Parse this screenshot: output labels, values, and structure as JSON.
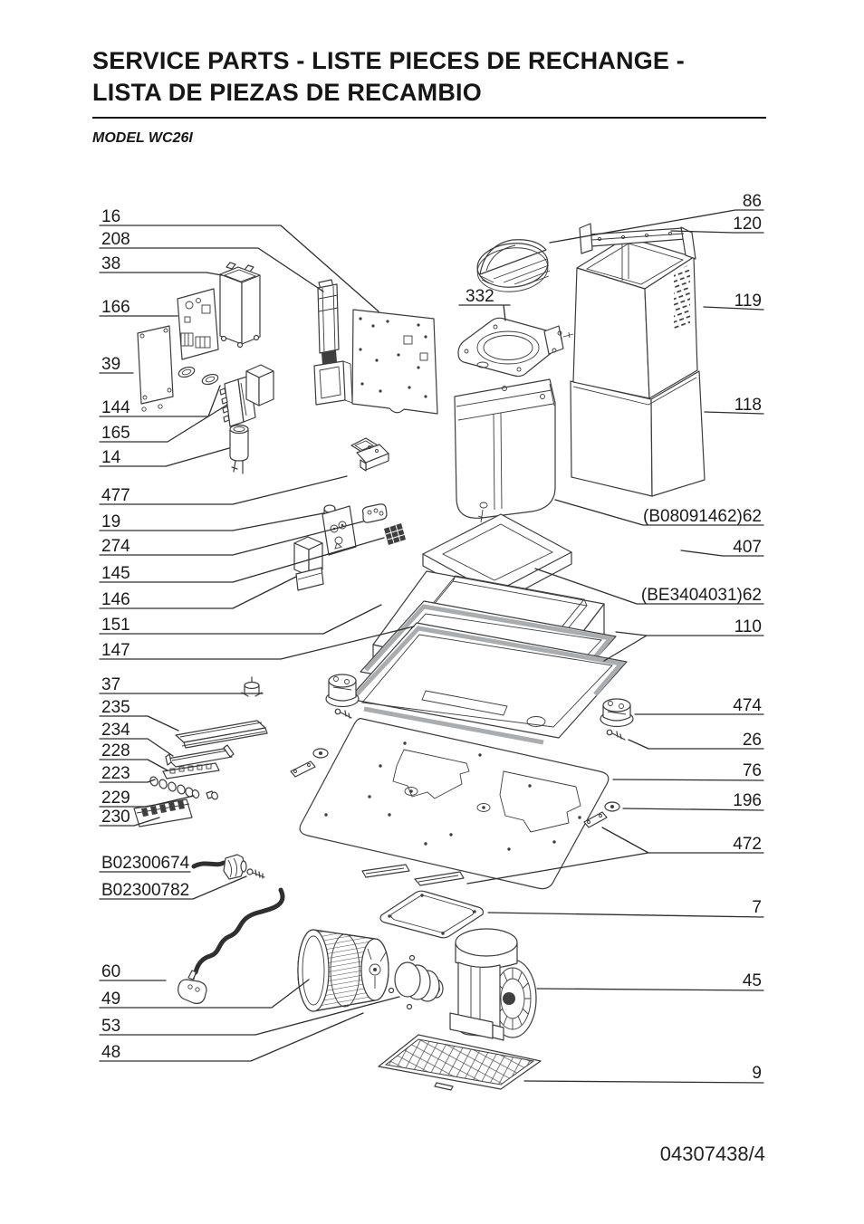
{
  "document": {
    "title_line1": "SERVICE PARTS - LISTE PIECES DE RECHANGE -",
    "title_line2": "LISTA DE PIEZAS DE RECAMBIO",
    "model": "MODEL WC26I",
    "doc_number": "04307438/4"
  },
  "callouts": {
    "L16": "16",
    "L208": "208",
    "L38": "38",
    "L166": "166",
    "L39": "39",
    "L144": "144",
    "L165": "165",
    "L14": "14",
    "L477": "477",
    "L19": "19",
    "L274": "274",
    "L145": "145",
    "L146": "146",
    "L151": "151",
    "L147": "147",
    "L37": "37",
    "L235": "235",
    "L234": "234",
    "L228": "228",
    "L223": "223",
    "L229": "229",
    "L230": "230",
    "Lb674": "B02300674",
    "Lb782": "B02300782",
    "L60": "60",
    "L49": "49",
    "L53": "53",
    "L48": "48",
    "R86": "86",
    "R120": "120",
    "R119": "119",
    "R118": "118",
    "Rb62a": "(B08091462)62",
    "R407": "407",
    "Rb62b": "(BE3404031)62",
    "R110": "110",
    "R474": "474",
    "R26": "26",
    "R76": "76",
    "R196": "196",
    "R472": "472",
    "R7": "7",
    "R45": "45",
    "R9": "9",
    "C332": "332"
  }
}
